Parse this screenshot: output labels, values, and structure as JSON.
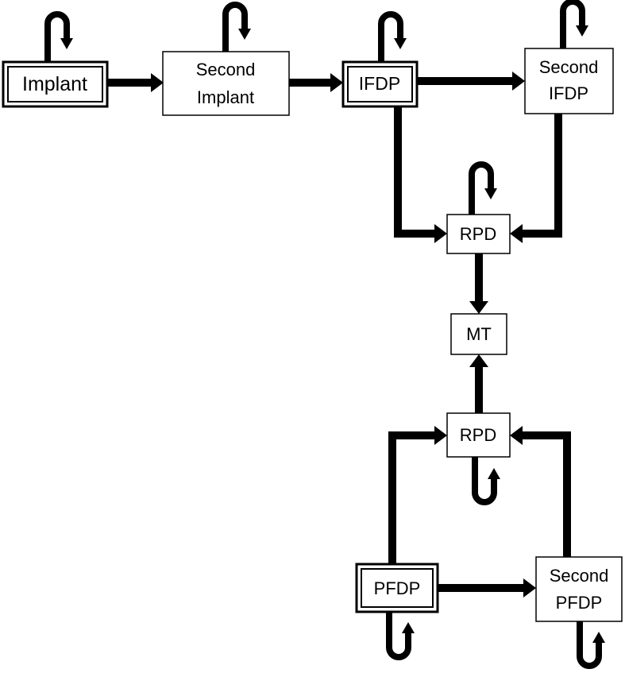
{
  "colors": {
    "stroke": "#000000",
    "background": "#ffffff"
  },
  "nodes": {
    "implant": {
      "lines": [
        "Implant"
      ]
    },
    "second_implant": {
      "lines": [
        "Second",
        "Implant"
      ]
    },
    "ifdp": {
      "lines": [
        "IFDP"
      ]
    },
    "second_ifdp": {
      "lines": [
        "Second",
        "IFDP"
      ]
    },
    "rpd_top": {
      "lines": [
        "RPD"
      ]
    },
    "mt": {
      "lines": [
        "MT"
      ]
    },
    "rpd_bottom": {
      "lines": [
        "RPD"
      ]
    },
    "pfdp": {
      "lines": [
        "PFDP"
      ]
    },
    "second_pfdp": {
      "lines": [
        "Second",
        "PFDP"
      ]
    }
  }
}
